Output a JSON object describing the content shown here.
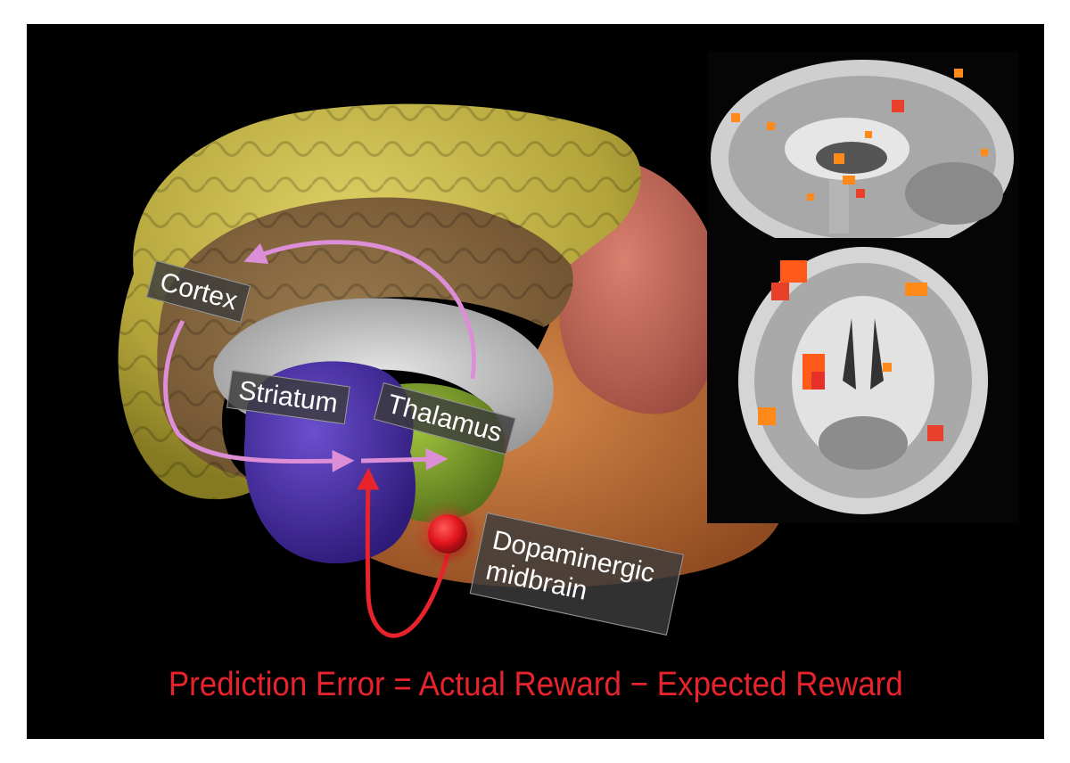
{
  "labels": {
    "cortex": "Cortex",
    "striatum": "Striatum",
    "thalamus": "Thalamus",
    "midbrain": "Dopaminergic midbrain"
  },
  "equation": "Prediction Error = Actual Reward − Expected Reward",
  "colors": {
    "background": "#000000",
    "cortex_outer": "#c9bb4a",
    "cortex_inner": "#8b6a3f",
    "occipital": "#c7685a",
    "temporal": "#c46e35",
    "striatum": "#4b2fa3",
    "thalamus": "#7a9b2a",
    "loop_arrow": "#dc8fd6",
    "dopamine": "#e8232b"
  },
  "icons": {
    "dopamine_source": "red-dot-icon"
  }
}
